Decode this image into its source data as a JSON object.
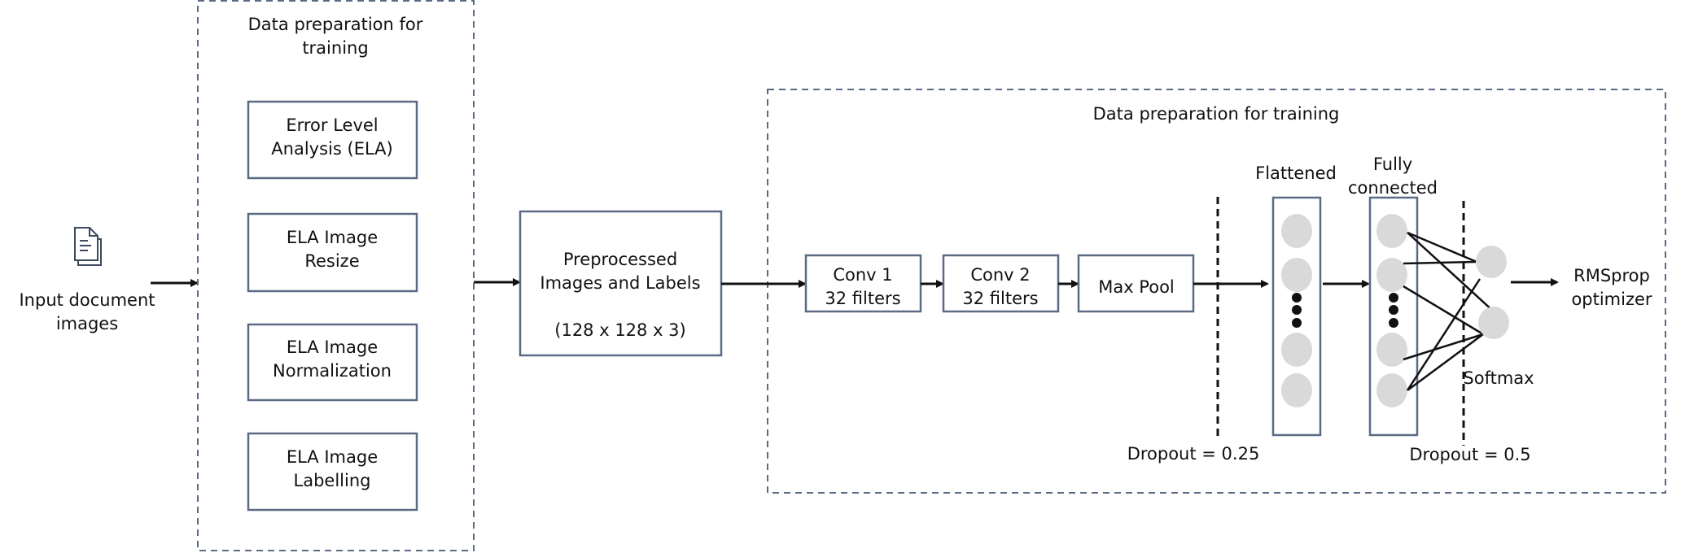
{
  "input": {
    "label_lines": [
      "Input document",
      "images"
    ],
    "icon": "document-icon"
  },
  "prep_group": {
    "title_lines": [
      "Data preparation for",
      "training"
    ],
    "steps": [
      {
        "lines": [
          "Error Level",
          "Analysis (ELA)"
        ]
      },
      {
        "lines": [
          "ELA Image",
          "Resize"
        ]
      },
      {
        "lines": [
          "ELA Image",
          "Normalization"
        ]
      },
      {
        "lines": [
          "ELA Image",
          "Labelling"
        ]
      }
    ]
  },
  "preprocessed": {
    "lines": [
      "Preprocessed",
      "Images and Labels",
      "(128 x 128 x 3)"
    ]
  },
  "model_group": {
    "title": "Data preparation for training",
    "conv1": [
      "Conv 1",
      "32 filters"
    ],
    "conv2": [
      "Conv 2",
      "32 filters"
    ],
    "maxpool": "Max Pool",
    "flattened": "Flattened",
    "fully_connected": [
      "Fully",
      "connected"
    ],
    "softmax": "Softmax",
    "dropout1": "Dropout = 0.25",
    "dropout2": "Dropout = 0.5",
    "optimizer": [
      "RMSprop",
      "optimizer"
    ]
  },
  "colors": {
    "box_border": "#5b6b85",
    "node_fill": "#d9d9d9",
    "line": "#111111"
  }
}
